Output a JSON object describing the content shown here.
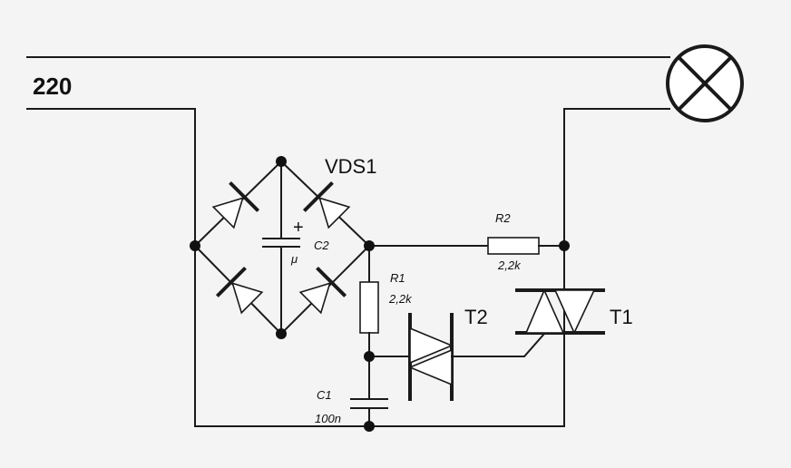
{
  "labels": {
    "supply_voltage": "220",
    "bridge": "VDS1",
    "capacitor_c2": "C2",
    "capacitor_c2_value": "μ",
    "capacitor_c2_polarity": "+",
    "resistor_r1": "R1",
    "resistor_r1_value": "2,2k",
    "resistor_r2": "R2",
    "resistor_r2_value": "2,2k",
    "dinistor_t2": "T2",
    "triac_t1": "T1",
    "capacitor_c1": "C1",
    "capacitor_c1_value": "100n"
  }
}
